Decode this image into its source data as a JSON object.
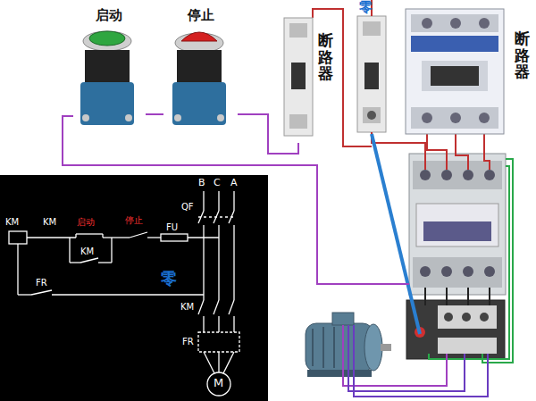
{
  "diagram": {
    "nodes": [
      {
        "text": [
          "启动"
        ]
      },
      {
        "text": [
          "停止"
        ]
      },
      {
        "text": [
          "断路器"
        ]
      },
      {
        "text": [
          "断路器"
        ]
      }
    ],
    "edges": [
      {
        "from": 0,
        "to": 1,
        "arrow": "none"
      },
      {
        "from": 1,
        "to": 2,
        "arrow": "none"
      }
    ],
    "labels": [
      "零",
      "B",
      "C",
      "A",
      "KM",
      "KM",
      "启动",
      "停止",
      "QF",
      "FU",
      "KM",
      "FR",
      "零",
      "KM",
      "FR",
      "M"
    ]
  }
}
